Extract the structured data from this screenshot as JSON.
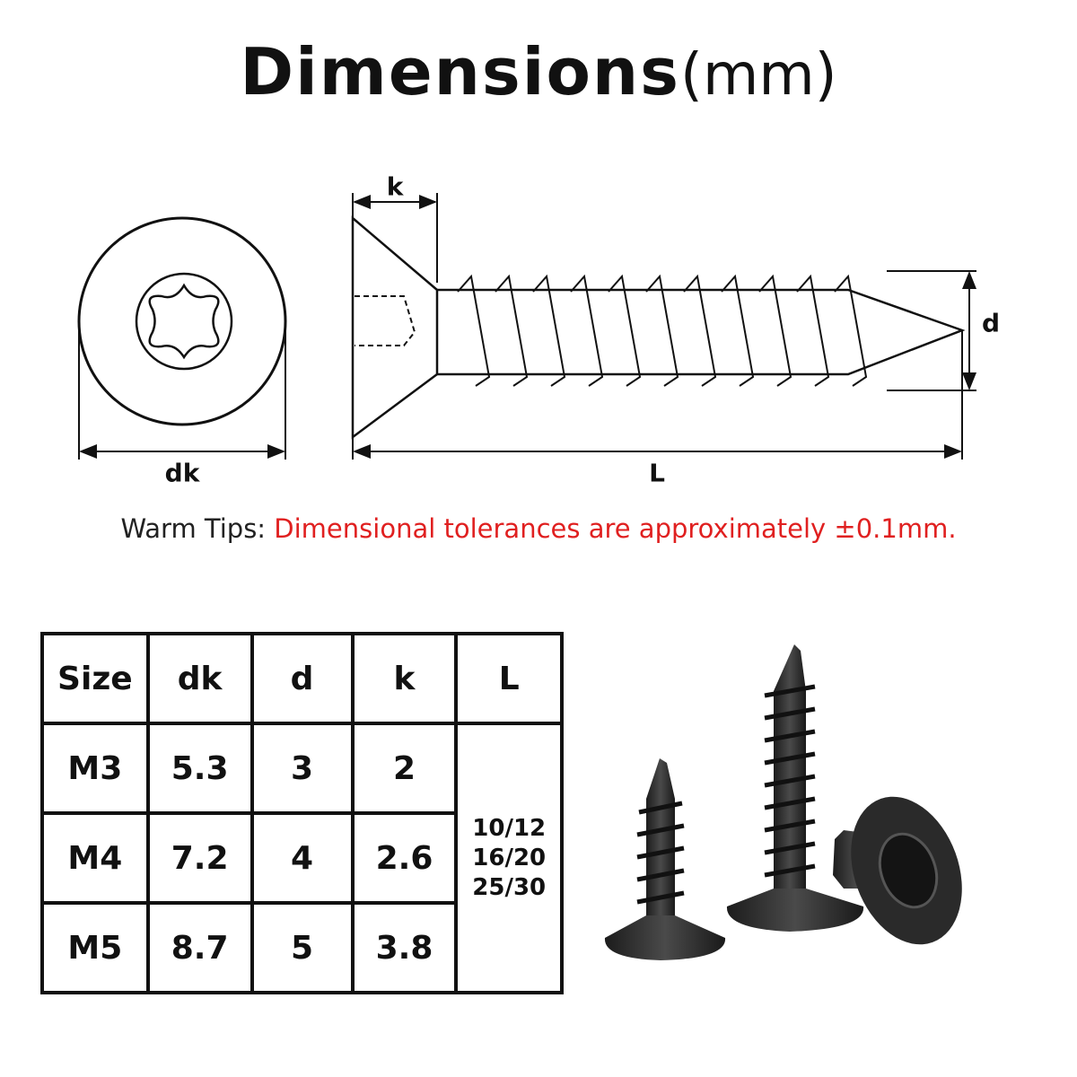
{
  "title": {
    "main": "Dimensions",
    "unit": "(mm)"
  },
  "diagram": {
    "labels": {
      "dk": "dk",
      "k": "k",
      "d": "d",
      "L": "L"
    },
    "icons": [
      "torx-head-icon",
      "screw-side-view-icon"
    ]
  },
  "tips": {
    "prefix": "Warm Tips: ",
    "text": "Dimensional tolerances are approximately ±0.1mm."
  },
  "table": {
    "headers": [
      "Size",
      "dk",
      "d",
      "k",
      "L"
    ],
    "rows": [
      [
        "M3",
        "5.3",
        "3",
        "2"
      ],
      [
        "M4",
        "7.2",
        "4",
        "2.6"
      ],
      [
        "M5",
        "8.7",
        "5",
        "3.8"
      ]
    ],
    "lengths": [
      "10/12",
      "16/20",
      "25/30"
    ]
  },
  "colors": {
    "tip_red": "#e02020",
    "screw_black": "#2a2a2a"
  }
}
